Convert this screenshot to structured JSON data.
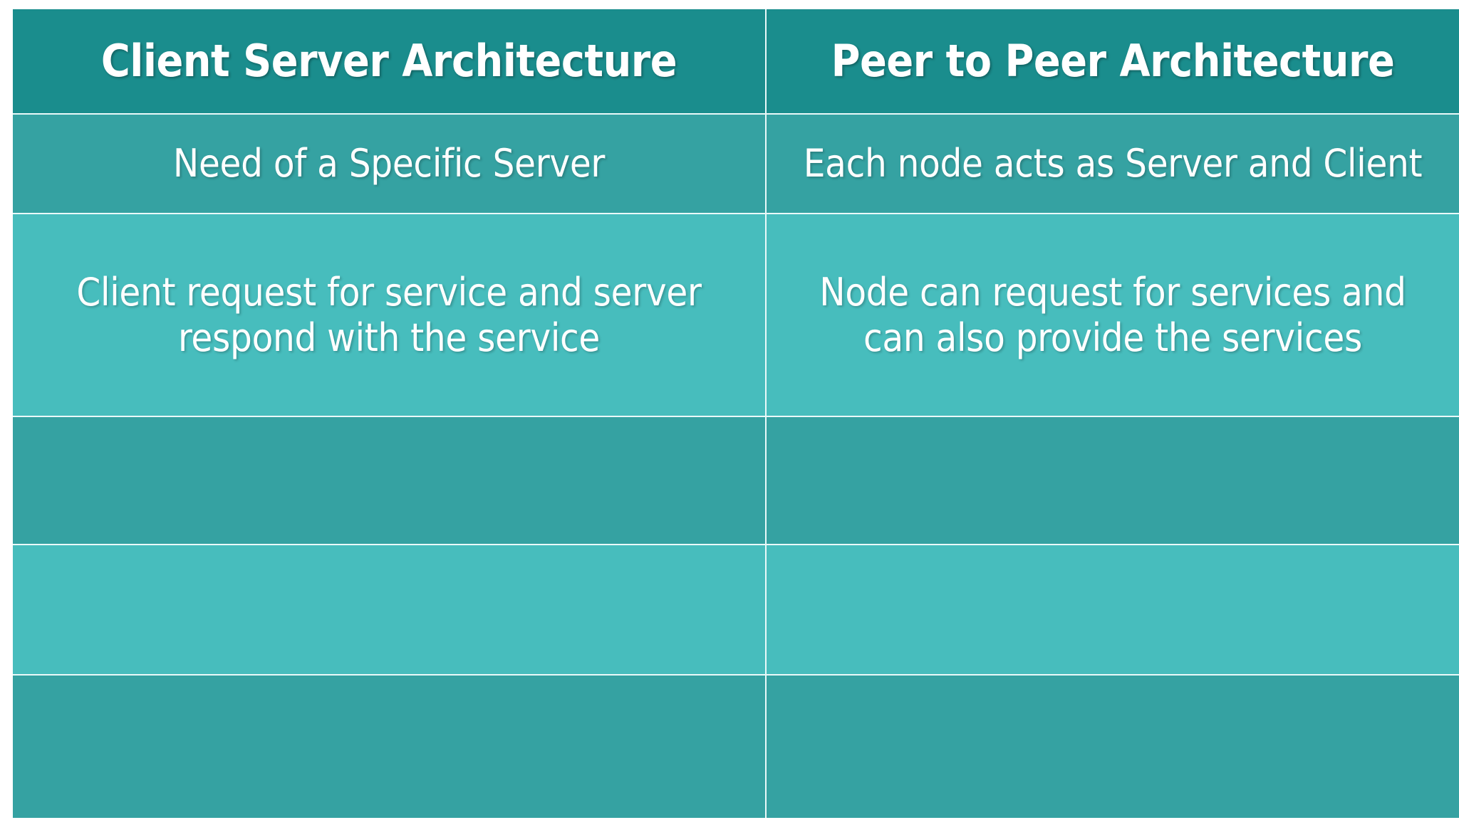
{
  "slide": {
    "title": "Client Server Architecture vs Peer to Peer Architecture comparison table",
    "background_color": "#ffffff"
  },
  "colors": {
    "header_background": "#1a8d8d",
    "band_dark": "#35a2a2",
    "band_light": "#47bdbd",
    "grid_line": "#eaf9f9",
    "text": "#ffffff"
  },
  "table": {
    "columns": [
      {
        "id": "client-server",
        "header": "Client Server Architecture"
      },
      {
        "id": "peer-to-peer",
        "header": "Peer to Peer Architecture"
      }
    ],
    "rows": [
      {
        "id": "row-1",
        "band": "dark",
        "cells": [
          "Need of a Specific Server",
          "Each node acts as Server and Client"
        ]
      },
      {
        "id": "row-2",
        "band": "light",
        "cells": [
          "Client request for service and server respond with the service",
          "Node can request for services and can also provide the services"
        ]
      },
      {
        "id": "row-3",
        "band": "dark",
        "cells": [
          "",
          ""
        ]
      },
      {
        "id": "row-4",
        "band": "light",
        "cells": [
          "",
          ""
        ]
      },
      {
        "id": "row-5",
        "band": "dark",
        "cells": [
          "",
          ""
        ]
      }
    ]
  }
}
